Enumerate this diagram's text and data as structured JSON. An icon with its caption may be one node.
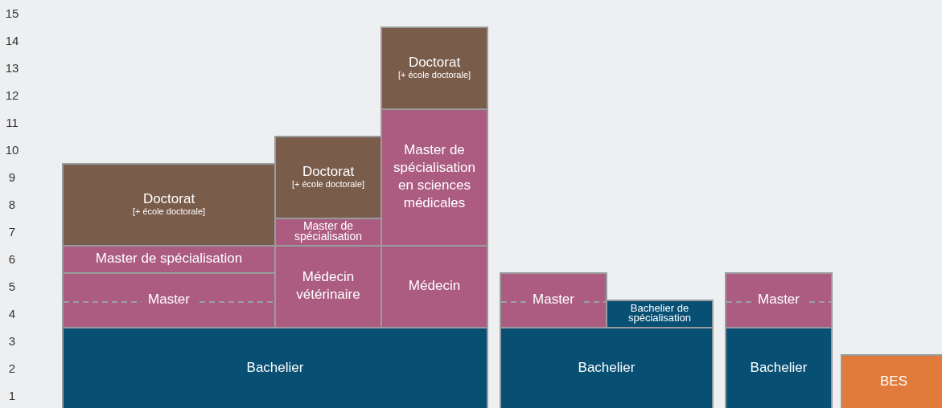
{
  "diagram": {
    "nodes": [
      {
        "text": [
          "Doctorat",
          "[+ école doctorale]"
        ]
      },
      {
        "text": [
          "Master de spécialisation en sciences médicales"
        ]
      },
      {
        "text": [
          "Doctorat",
          "[+ école doctorale]"
        ]
      },
      {
        "text": [
          "Doctorat",
          "[+ école doctorale]"
        ]
      },
      {
        "text": [
          "Master de spécialisation"
        ]
      },
      {
        "text": [
          "Master de spécialisation"
        ]
      },
      {
        "text": [
          "Médecin vétérinaire"
        ]
      },
      {
        "text": [
          "Médecin"
        ]
      },
      {
        "text": [
          "Master"
        ]
      },
      {
        "text": [
          "Master"
        ]
      },
      {
        "text": [
          "Master"
        ]
      },
      {
        "text": [
          "Bachelier de spécialisation"
        ]
      },
      {
        "text": [
          "Bachelier"
        ]
      },
      {
        "text": [
          "Bachelier"
        ]
      },
      {
        "text": [
          "Bachelier"
        ]
      },
      {
        "text": [
          "BES"
        ]
      }
    ],
    "labels": [
      "15",
      "14",
      "13",
      "12",
      "11",
      "10",
      "9",
      "8",
      "7",
      "6",
      "5",
      "4",
      "3",
      "2",
      "1"
    ]
  }
}
